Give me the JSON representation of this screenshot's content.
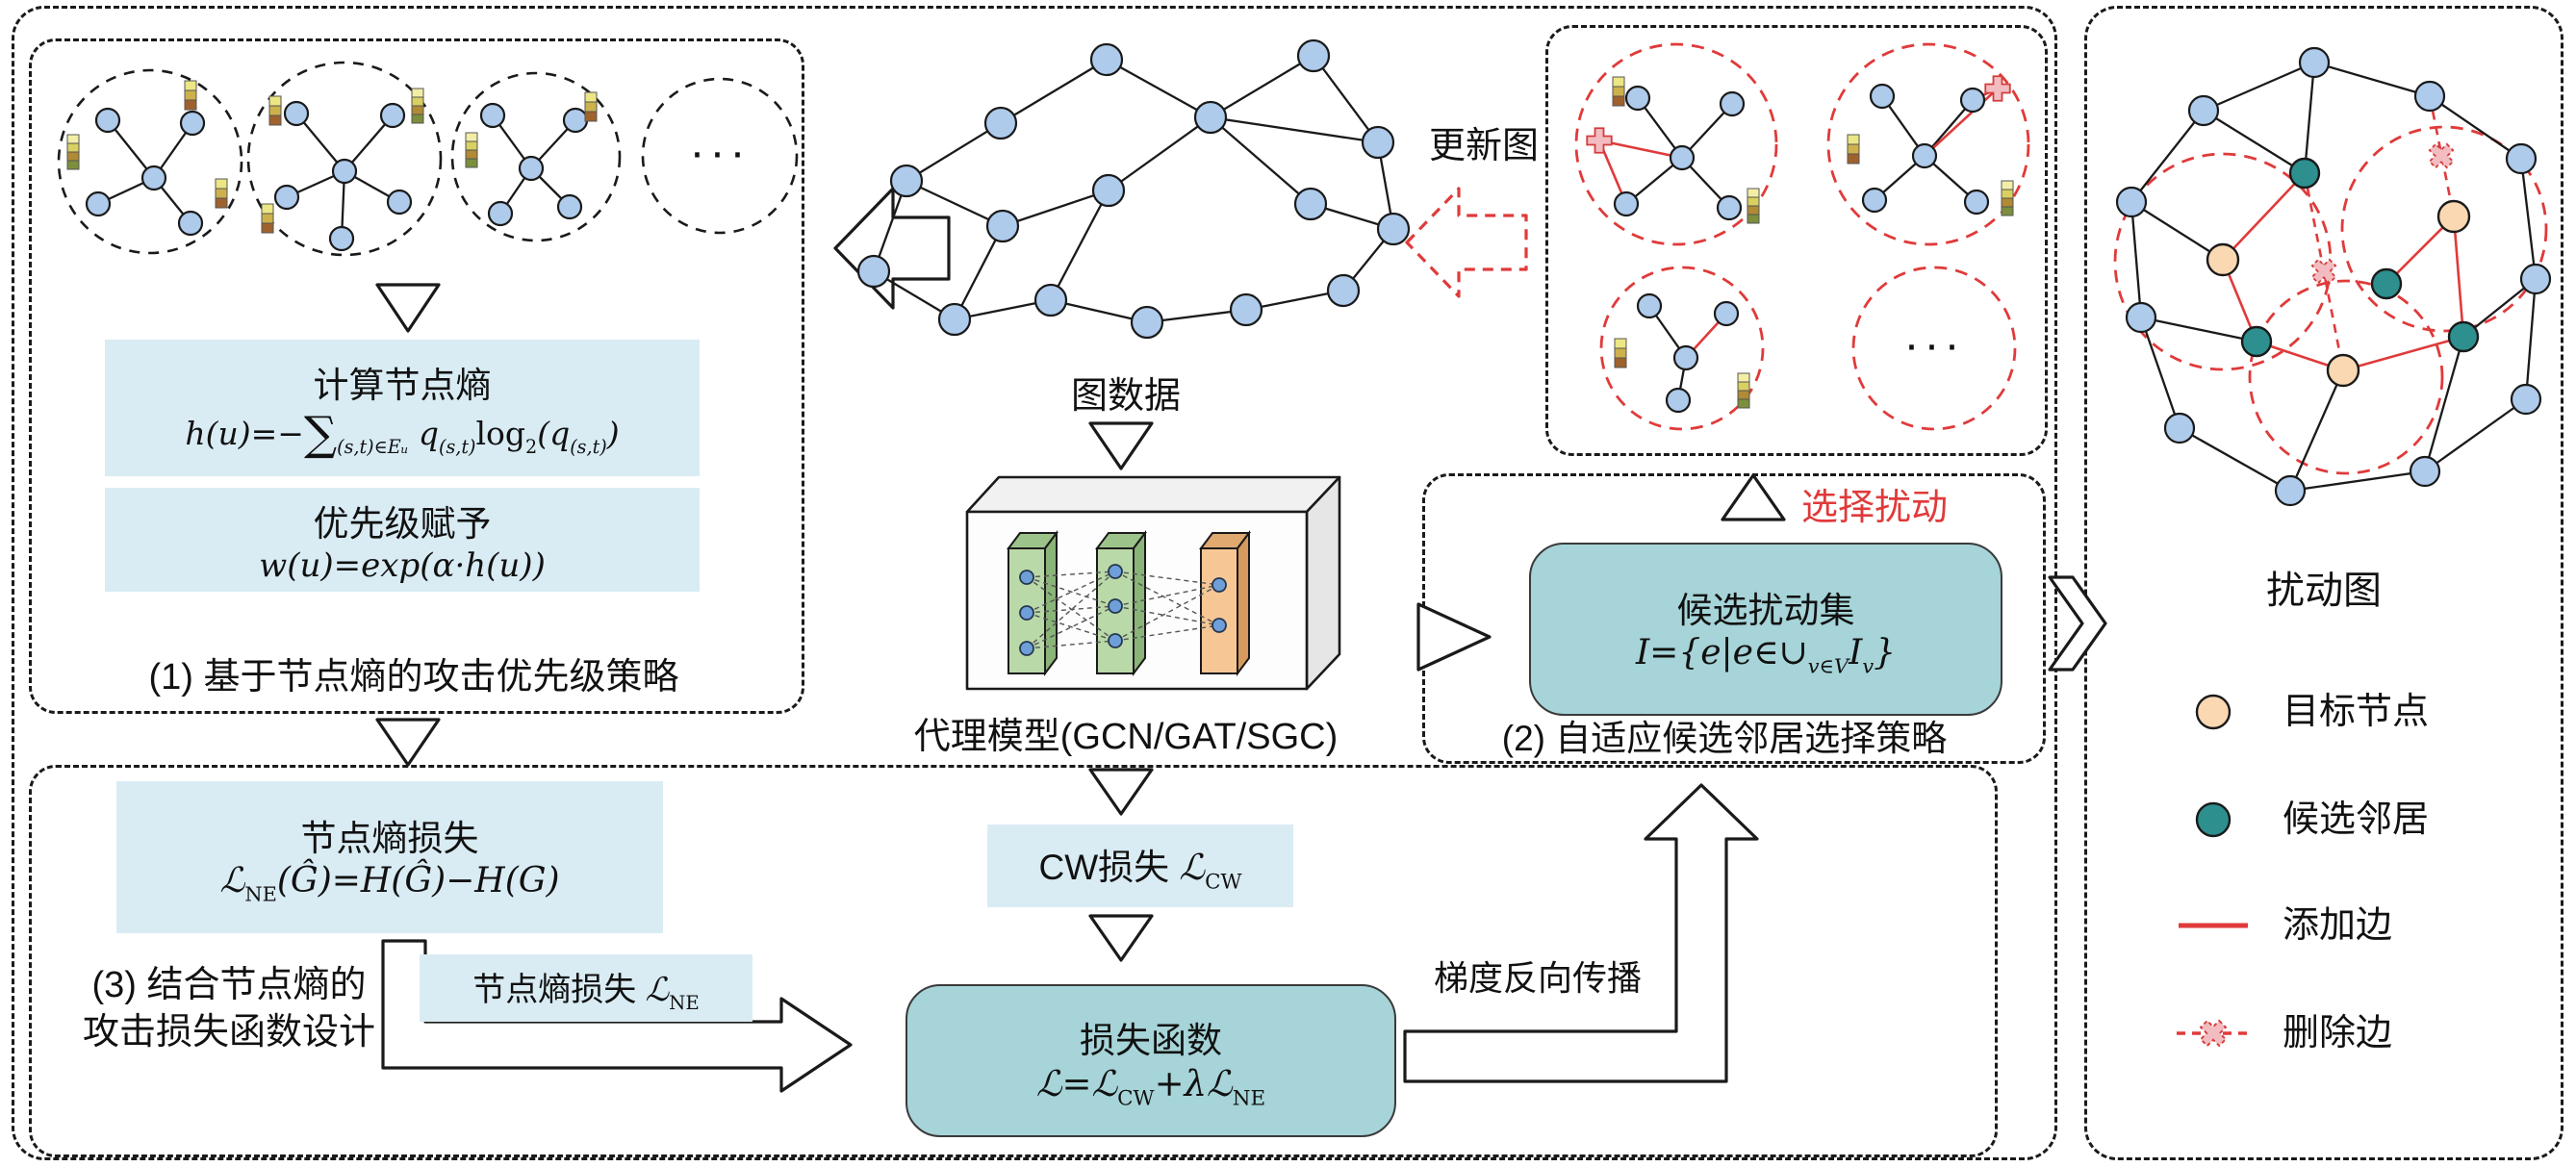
{
  "colors": {
    "node_blue": "#aecbec",
    "target_node": "#f9d8b2",
    "candidate_neighbor": "#2e8f8f",
    "attack_red": "#e03a3a",
    "box_lightblue": "#d9ecf4",
    "box_teal": "#a6d4d8",
    "layer_green": "#b9d9a8",
    "layer_orange": "#f6c795"
  },
  "section1": {
    "ellipsis": "···",
    "entropy_box": {
      "title": "计算节点熵",
      "formula": {
        "p1": "h(u)=−",
        "sum": "∑",
        "s1": "(s,t)∈Eᵤ",
        "p2": " q",
        "s2": "(s,t)",
        "p3": "log",
        "s3": "2",
        "p4": "(q",
        "s4": "(s,t)",
        "p5": ")"
      }
    },
    "priority_box": {
      "title": "优先级赋予",
      "formula": "w(u)=exp(α·h(u))"
    },
    "caption": "(1) 基于节点熵的攻击优先级策略"
  },
  "center": {
    "graph_label": "图数据",
    "model_label": "代理模型(GCN/GAT/SGC)",
    "cw_box": {
      "p1": "CW损失 ",
      "p2": "ℒ",
      "s1": "CW"
    },
    "loss_box": {
      "title": "损失函数",
      "formula": {
        "p1": "ℒ=ℒ",
        "s1": "CW",
        "p2": "+λℒ",
        "s2": "NE"
      }
    }
  },
  "section2": {
    "update_graph_label": "更新图",
    "ellipsis": "···",
    "select_perturbation_label": "选择扰动",
    "candidate_box": {
      "title": "候选扰动集",
      "formula": {
        "p1": "I={e|e∈∪",
        "s1": "v∈V",
        "p2": "I",
        "s2": "v",
        "p3": "}"
      }
    },
    "caption": "(2) 自适应候选邻居选择策略"
  },
  "section3": {
    "ne_box": {
      "title": "节点熵损失",
      "formula": {
        "p1": "ℒ",
        "s1": "NE",
        "p2": "(Ĝ)=H(Ĝ)−H(G)"
      }
    },
    "caption_line1": "(3) 结合节点熵的",
    "caption_line2": "攻击损失函数设计",
    "ne_arrow_label": {
      "p1": "节点熵损失 ",
      "p2": "ℒ",
      "s1": "NE"
    },
    "gradient_label": "梯度反向传播"
  },
  "right_panel": {
    "title": "扰动图",
    "legend": [
      {
        "label": "目标节点"
      },
      {
        "label": "候选邻居"
      },
      {
        "label": "添加边"
      },
      {
        "label": "删除边"
      }
    ]
  }
}
